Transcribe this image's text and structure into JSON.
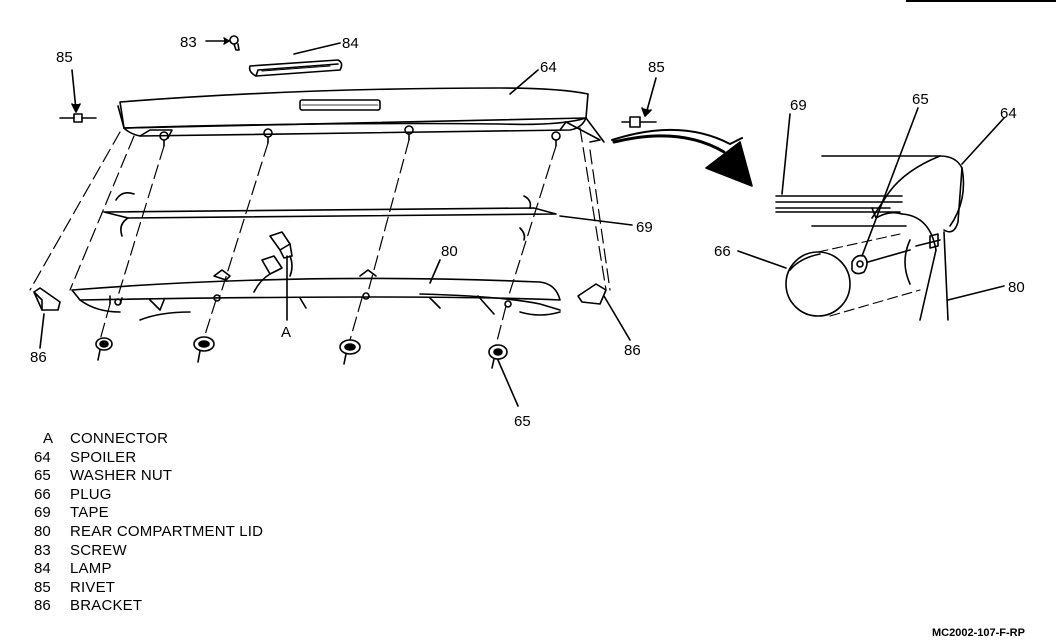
{
  "callouts": {
    "n83": "83",
    "n84": "84",
    "n85_left": "85",
    "n85_right": "85",
    "n64_main": "64",
    "n69_main": "69",
    "n80_main": "80",
    "n86_left": "86",
    "n86_right": "86",
    "n65_main": "65",
    "nA": "A",
    "n69_detail": "69",
    "n65_detail": "65",
    "n64_detail": "64",
    "n66_detail": "66",
    "n80_detail": "80"
  },
  "legend": [
    {
      "key": "A",
      "text": "CONNECTOR"
    },
    {
      "key": "64",
      "text": "SPOILER"
    },
    {
      "key": "65",
      "text": "WASHER NUT"
    },
    {
      "key": "66",
      "text": "PLUG"
    },
    {
      "key": "69",
      "text": "TAPE"
    },
    {
      "key": "80",
      "text": "REAR COMPARTMENT LID"
    },
    {
      "key": "83",
      "text": "SCREW"
    },
    {
      "key": "84",
      "text": "LAMP"
    },
    {
      "key": "85",
      "text": "RIVET"
    },
    {
      "key": "86",
      "text": "BRACKET"
    }
  ],
  "figure_code": "MC2002-107-F-RP"
}
